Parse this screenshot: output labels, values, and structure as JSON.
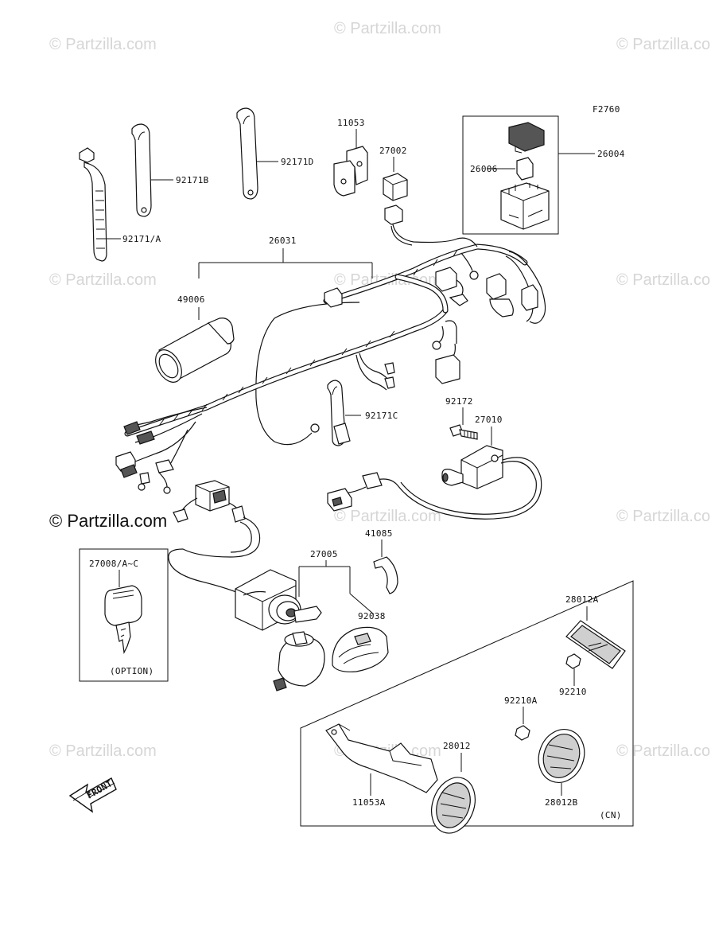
{
  "diagram": {
    "figure_code": "F2760",
    "watermark": "© Partzilla.com",
    "labels": {
      "p92171A": "92171/A",
      "p92171B": "92171B",
      "p92171D": "92171D",
      "p11053": "11053",
      "p27002": "27002",
      "p26004": "26004",
      "p26006": "26006",
      "p26031": "26031",
      "p49006": "49006",
      "p92171C": "92171C",
      "p92172": "92172",
      "p27010": "27010",
      "p41085": "41085",
      "p27005": "27005",
      "p92038": "92038",
      "p27008": "27008/A~C",
      "option": "(OPTION)",
      "p28012A": "28012A",
      "p92210": "92210",
      "p92210A": "92210A",
      "p28012": "28012",
      "p11053A": "11053A",
      "p28012B": "28012B",
      "cn": "(CN)",
      "front": "FRONT"
    }
  }
}
